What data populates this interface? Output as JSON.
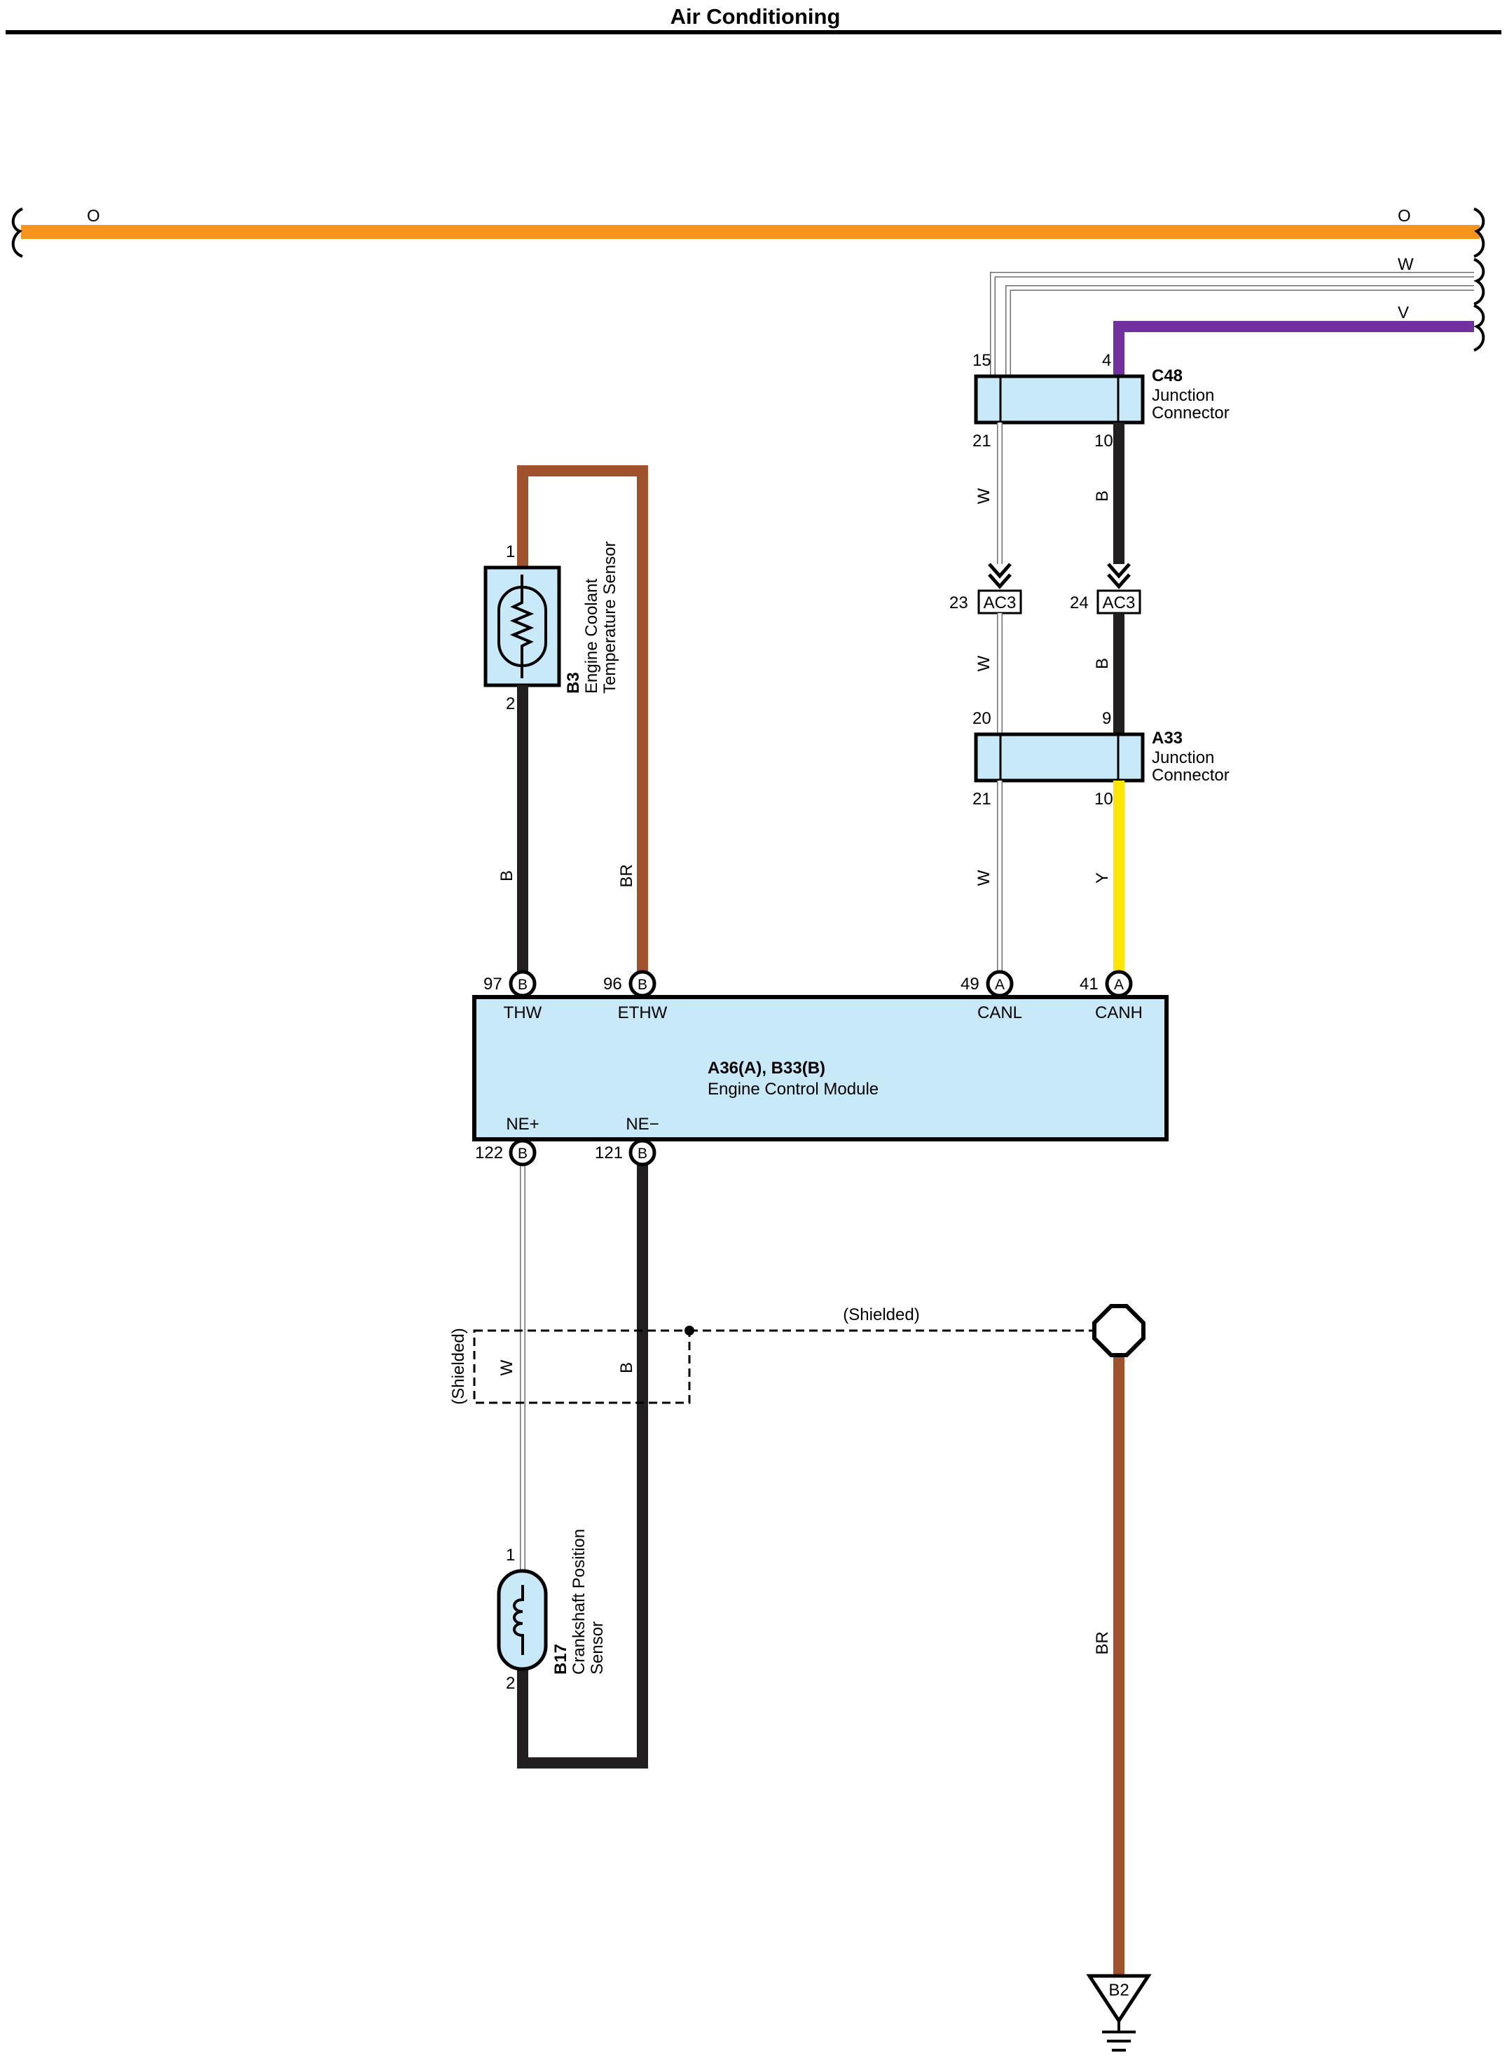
{
  "header": {
    "title": "Air Conditioning"
  },
  "colors": {
    "orange": "#F7941D",
    "purple": "#7030A0",
    "black": "#231F20",
    "brown": "#A0522D",
    "yellow": "#FFE500",
    "light_blue": "#C8E9F7",
    "white_wire": "#FFFFFF"
  },
  "bus_wires": {
    "orange_left": "O",
    "orange_right": "O",
    "white": "W",
    "violet": "V"
  },
  "c48": {
    "code": "C48",
    "line1": "Junction",
    "line2": "Connector",
    "pin_top_left": "15",
    "pin_top_right": "4",
    "pin_bottom_left": "21",
    "pin_bottom_right": "10",
    "wire_left": "W",
    "wire_right": "B"
  },
  "ac3": {
    "left_pin": "23",
    "left_label": "AC3",
    "right_pin": "24",
    "right_label": "AC3",
    "wire_left": "W",
    "wire_right": "B"
  },
  "a33": {
    "code": "A33",
    "line1": "Junction",
    "line2": "Connector",
    "pin_top_left": "20",
    "pin_top_right": "9",
    "pin_bottom_left": "21",
    "pin_bottom_right": "10",
    "wire_left": "W",
    "wire_right": "Y"
  },
  "b3": {
    "code": "B3",
    "line1": "Engine Coolant",
    "line2": "Temperature Sensor",
    "pin1": "1",
    "pin2": "2",
    "wire_black": "B",
    "wire_brown": "BR"
  },
  "ecm": {
    "code": "A36(A), B33(B)",
    "name": "Engine Control Module",
    "top_pins": [
      {
        "num": "97",
        "conn": "B",
        "signal": "THW"
      },
      {
        "num": "96",
        "conn": "B",
        "signal": "ETHW"
      },
      {
        "num": "49",
        "conn": "A",
        "signal": "CANL"
      },
      {
        "num": "41",
        "conn": "A",
        "signal": "CANH"
      }
    ],
    "bottom_pins": [
      {
        "num": "122",
        "conn": "B",
        "signal": "NE+"
      },
      {
        "num": "121",
        "conn": "B",
        "signal": "NE−"
      }
    ]
  },
  "shield": {
    "label_top": "(Shielded)",
    "label_side": "(Shielded)",
    "wire_white": "W",
    "wire_black": "B"
  },
  "b17": {
    "code": "B17",
    "line1": "Crankshaft Position",
    "line2": "Sensor",
    "pin1": "1",
    "pin2": "2"
  },
  "ground": {
    "wire": "BR",
    "label": "B2"
  }
}
